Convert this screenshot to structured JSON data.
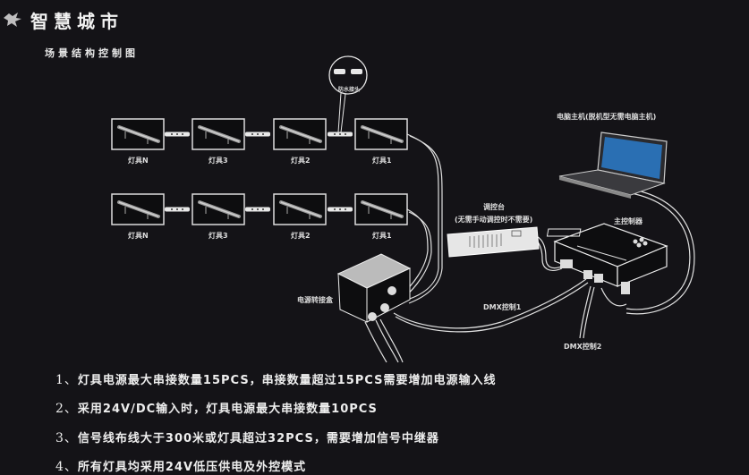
{
  "header": {
    "logo_icon": "dragon-icon",
    "title": "智慧城市",
    "subtitle": "场景结构控制图"
  },
  "diagram": {
    "fixture_rows": [
      {
        "fixtures": [
          "灯具N",
          "灯具3",
          "灯具2",
          "灯具1"
        ]
      },
      {
        "fixtures": [
          "灯具N",
          "灯具3",
          "灯具2",
          "灯具1"
        ]
      }
    ],
    "waterproof_connector_label": "防水接头",
    "computer_label": "电脑主机(脱机型无需电脑主机)",
    "console_label": "调控台",
    "console_note": "(无需手动调控时不需要)",
    "main_controller_label": "主控制器",
    "power_box_label": "电源转接盒",
    "dmx1_label": "DMX控制1",
    "dmx2_label": "DMX控制2"
  },
  "notes": [
    {
      "num": "1、",
      "text": "灯具电源最大串接数量15PCS，串接数量超过15PCS需要增加电源输入线"
    },
    {
      "num": "2、",
      "text": "采用24V/DC输入时，灯具电源最大串接数量10PCS"
    },
    {
      "num": "3、",
      "text": "信号线布线大于300米或灯具超过32PCS，需要增加信号中继器"
    },
    {
      "num": "4、",
      "text": "所有灯具均采用24V低压供电及外控模式"
    }
  ],
  "colors": {
    "background": "#141317",
    "line": "#e6e6e6"
  }
}
